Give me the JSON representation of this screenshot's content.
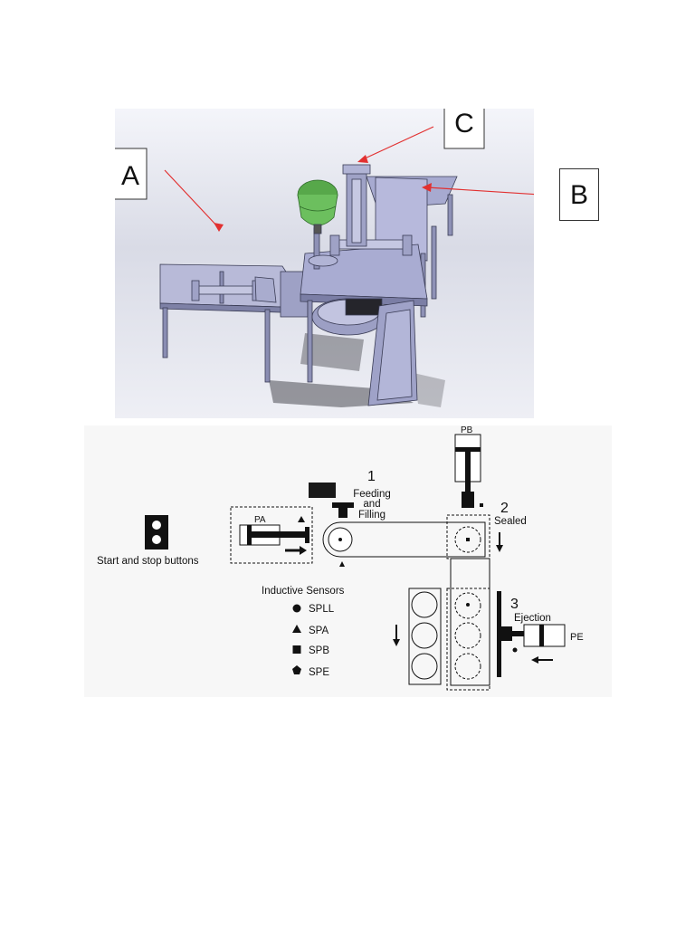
{
  "render_callouts": {
    "a": "A",
    "b": "B",
    "c": "C"
  },
  "schematic": {
    "stations": {
      "feeding": {
        "number": "1",
        "line1": "Feeding",
        "line2": "and",
        "line3": "Filling"
      },
      "sealing": {
        "number": "2",
        "label": "Sealed"
      },
      "ejection": {
        "number": "3",
        "label": "Ejection"
      }
    },
    "pistons": {
      "pa": "PA",
      "pb": "PB",
      "pe": "PE"
    },
    "controls": {
      "start_stop": "Start and stop buttons"
    },
    "legend": {
      "title": "Inductive Sensors",
      "items": [
        {
          "label": "SPLL",
          "symbol": "circle"
        },
        {
          "label": "SPA",
          "symbol": "triangle"
        },
        {
          "label": "SPB",
          "symbol": "square"
        },
        {
          "label": "SPE",
          "symbol": "pentagon"
        }
      ]
    }
  }
}
